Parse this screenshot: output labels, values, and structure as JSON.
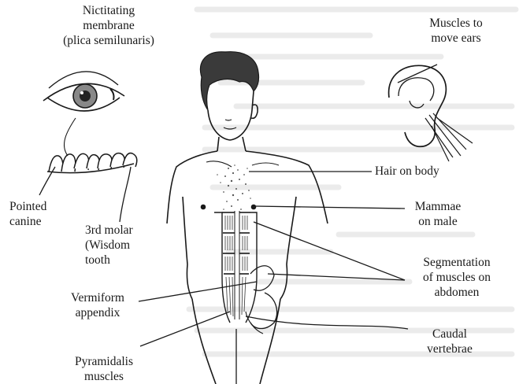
{
  "labels": {
    "nictitating": [
      "Nictitating",
      "membrane",
      "(plica semilunaris)"
    ],
    "ear_muscles": [
      "Muscles to",
      "move ears"
    ],
    "hair": "Hair on body",
    "mammae": [
      "Mammae",
      "on male"
    ],
    "canine": [
      "Pointed",
      "canine"
    ],
    "molar": [
      "3rd molar",
      "(Wisdom",
      "tooth"
    ],
    "segmentation": [
      "Segmentation",
      "of muscles on",
      "abdomen"
    ],
    "appendix": [
      "Vermiform",
      "appendix"
    ],
    "caudal": [
      "Caudal",
      "vertebrae"
    ],
    "pyramidalis": [
      "Pyramidalis",
      "muscles"
    ]
  },
  "icons": [
    "eye-icon",
    "teeth-icon",
    "ear-icon",
    "human-torso-icon"
  ],
  "colors": {
    "ink": "#1a1a1a",
    "background_text": "#d6d6d6",
    "hair": "#3a3a3a"
  }
}
